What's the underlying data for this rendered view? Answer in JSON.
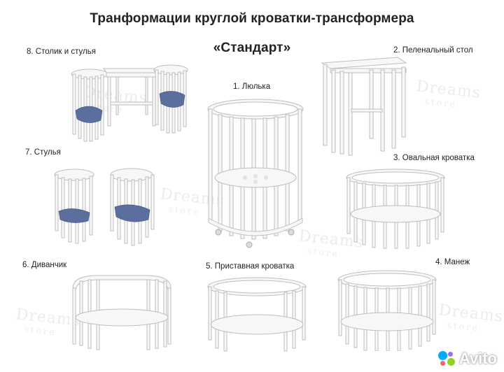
{
  "title": {
    "line1": "Транформации круглой кроватки-трансформера",
    "line2": "«Стандарт»"
  },
  "labels": {
    "l1": "1. Люлька",
    "l2": "2. Пеленальный стол",
    "l3": "3. Овальная кроватка",
    "l4": "4. Манеж",
    "l5": "5. Приставная кроватка",
    "l6": "6. Диванчик",
    "l7": "7. Стулья",
    "l8": "8. Столик и стулья"
  },
  "watermark": {
    "brand": "Dreams",
    "sub": "store"
  },
  "avito": {
    "text": "Avito",
    "dot_colors": [
      "#00aaff",
      "#a169f7",
      "#ff6163",
      "#97cf26"
    ]
  },
  "colors": {
    "furniture": "#f7f7f7",
    "outline": "#b9b9b9",
    "cushion": "#5b6f9f"
  }
}
